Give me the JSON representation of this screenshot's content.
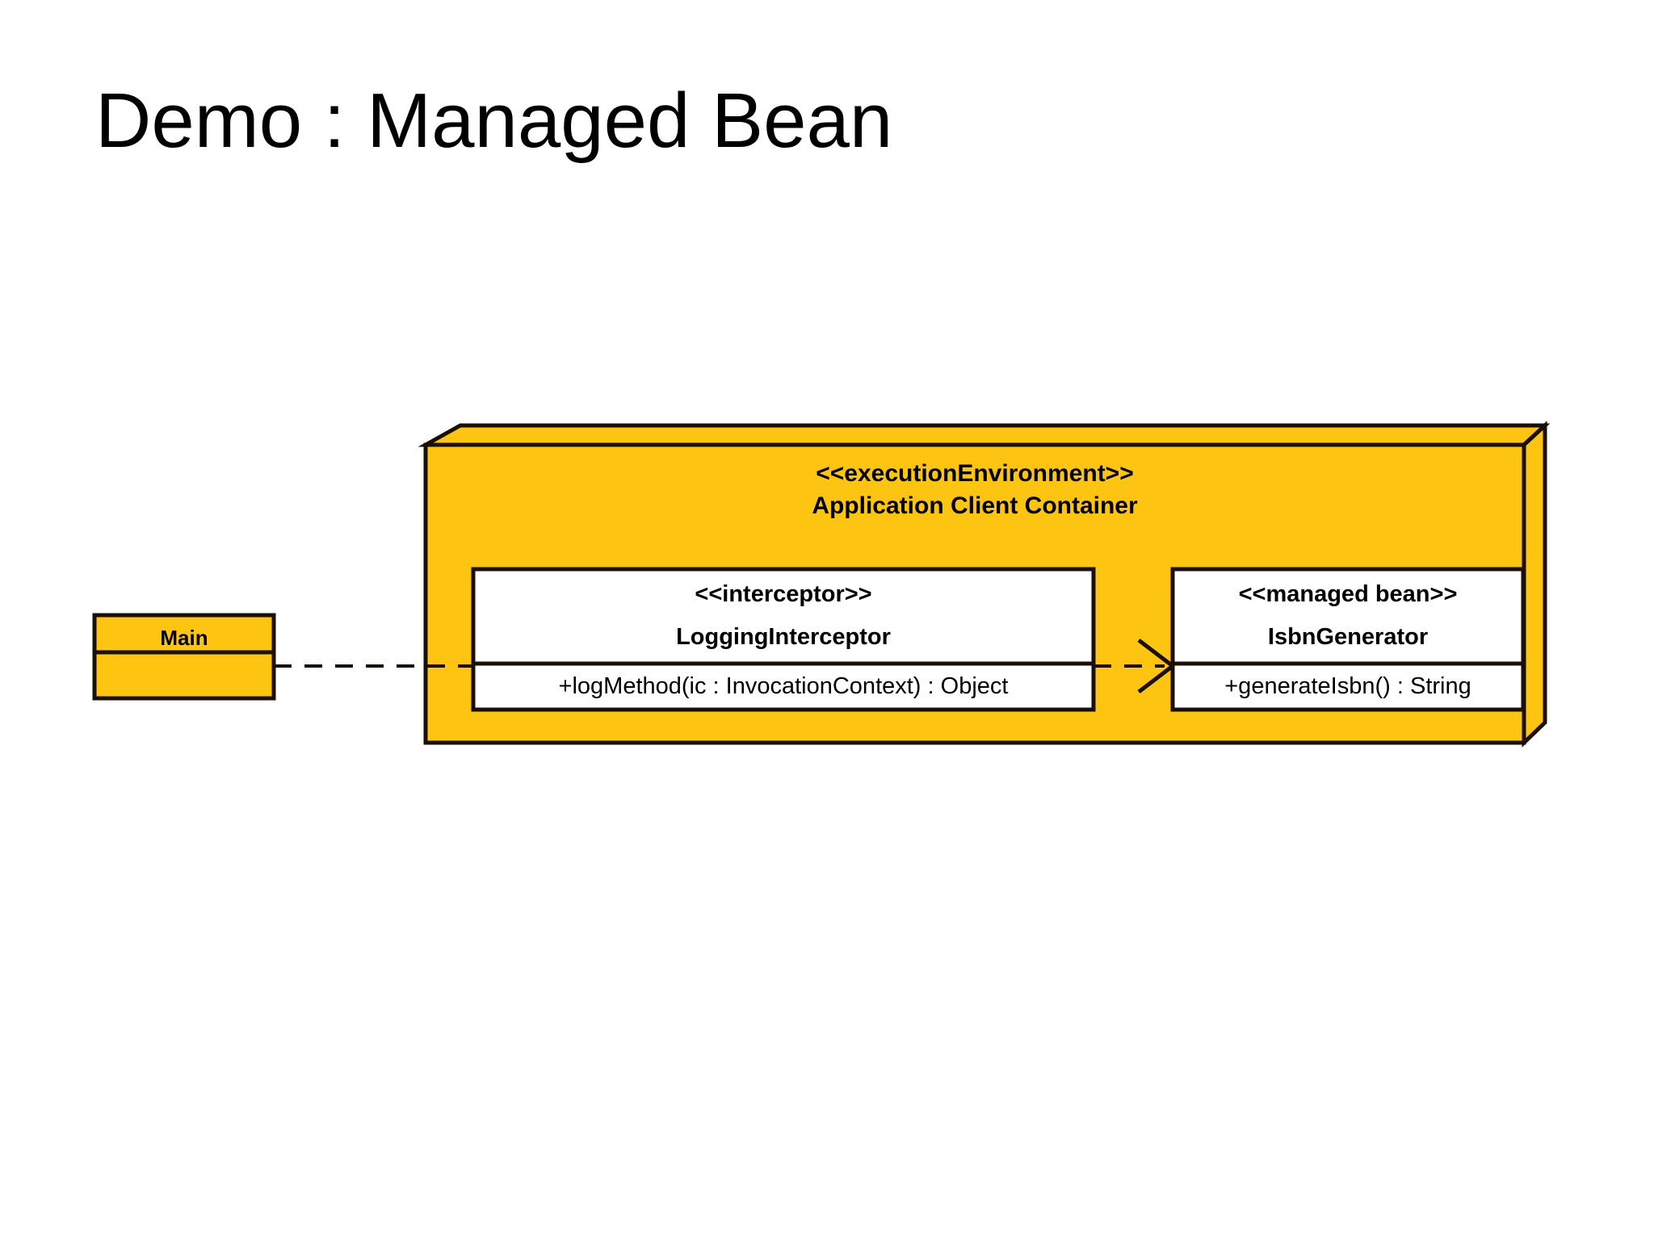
{
  "slide": {
    "title": "Demo : Managed Bean",
    "background_color": "#ffffff"
  },
  "colors": {
    "node_fill": "#FDC412",
    "node_stroke": "#1a1008",
    "class_fill": "#FFFFFF",
    "class_stroke": "#000000",
    "text": "#000000",
    "connector": "#1a1008"
  },
  "diagram": {
    "type": "uml-deployment-diagram",
    "actor_class": {
      "name": "Main",
      "fill": "#FDC412",
      "compartments": [
        "Main",
        ""
      ]
    },
    "node": {
      "stereotype": "<<executionEnvironment>>",
      "name": "Application Client Container",
      "shape": "3d-node",
      "fill": "#FDC412"
    },
    "classes": [
      {
        "id": "logging-interceptor",
        "stereotype": "<<interceptor>>",
        "name": "LoggingInterceptor",
        "operations": [
          "+logMethod(ic : InvocationContext) : Object"
        ],
        "fill": "#FFFFFF"
      },
      {
        "id": "isbn-generator",
        "stereotype": "<<managed bean>>",
        "name": "IsbnGenerator",
        "operations": [
          "+generateIsbn() : String"
        ],
        "fill": "#FFFFFF"
      }
    ],
    "connectors": [
      {
        "id": "main-to-interceptor",
        "from": "Main",
        "to": "LoggingInterceptor",
        "style": "dashed",
        "arrow": "none"
      },
      {
        "id": "interceptor-to-bean",
        "from": "LoggingInterceptor",
        "to": "IsbnGenerator",
        "style": "dashed",
        "arrow": "open"
      }
    ]
  }
}
